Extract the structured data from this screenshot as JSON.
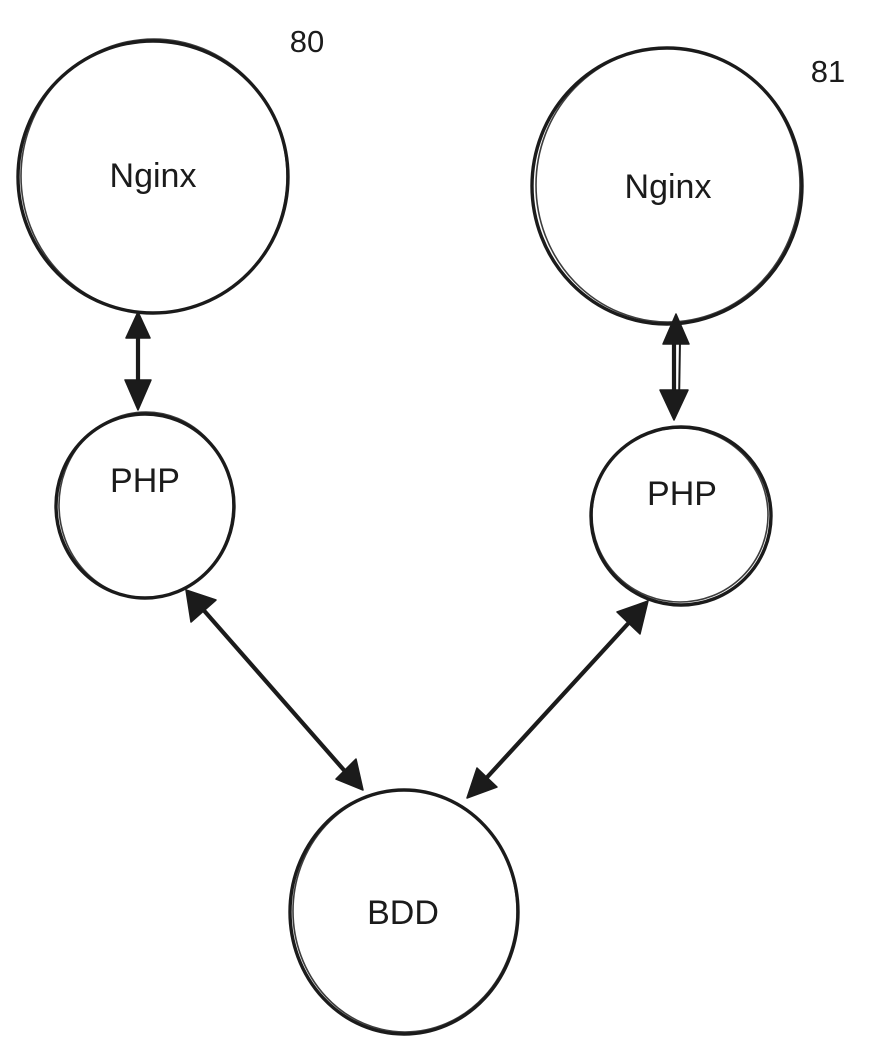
{
  "nodes": {
    "nginx_left": "Nginx",
    "nginx_right": "Nginx",
    "php_left": "PHP",
    "php_right": "PHP",
    "database": "BDD"
  },
  "ports": {
    "left": "80",
    "right": "81"
  },
  "colors": {
    "ink": "#1b1b1b",
    "background": "#ffffff"
  }
}
